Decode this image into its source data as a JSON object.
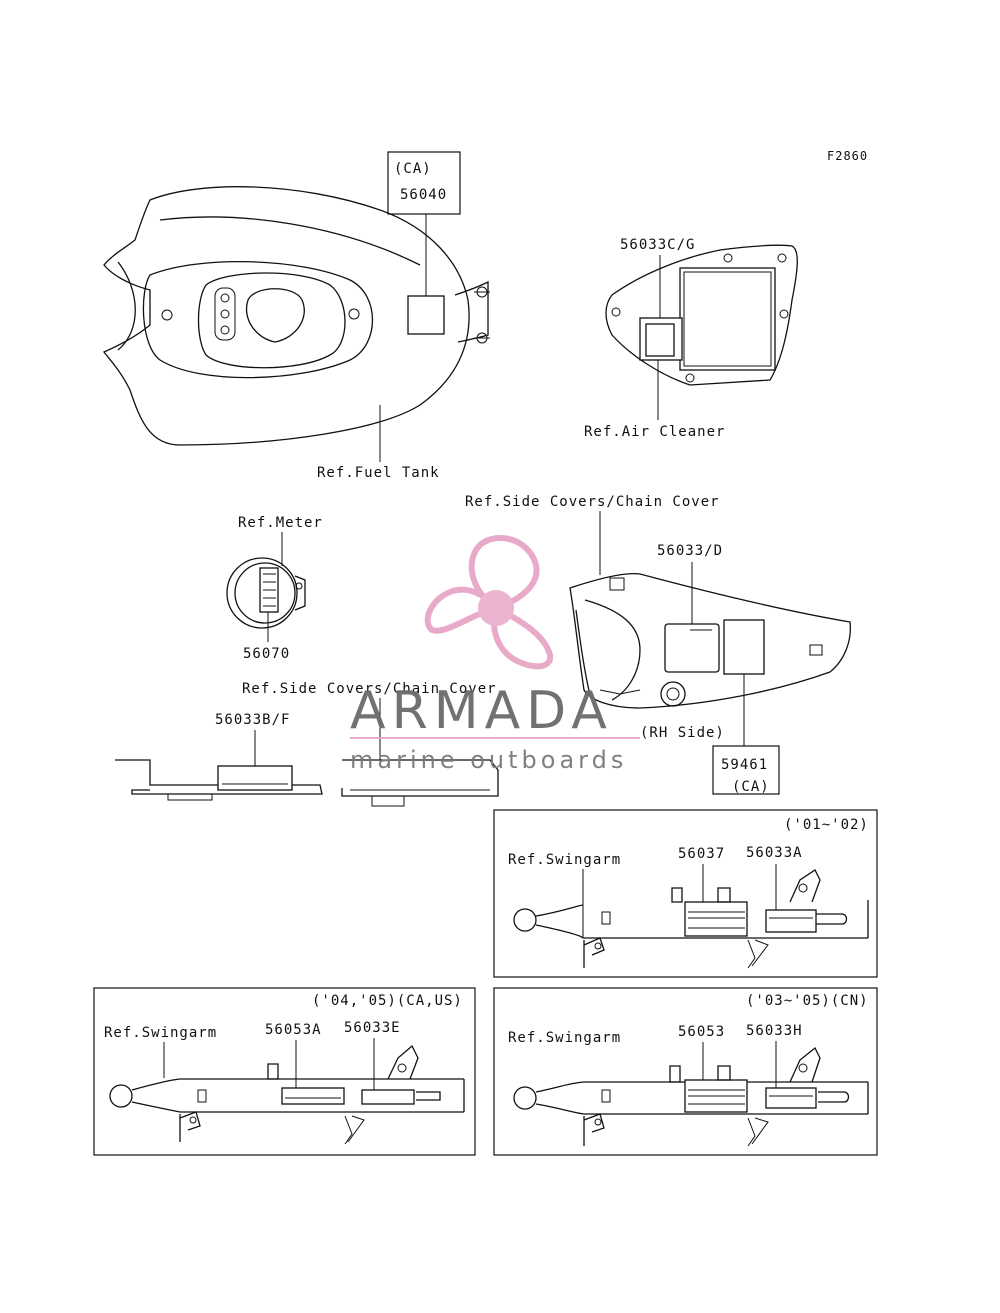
{
  "figure_code": "F2860",
  "fuel_tank": {
    "ref_label": "Ref.Fuel Tank",
    "callout_region": "(CA)",
    "callout_part": "56040"
  },
  "air_cleaner": {
    "ref_label": "Ref.Air Cleaner",
    "part": "56033C/G"
  },
  "meter": {
    "ref_label": "Ref.Meter",
    "part": "56070"
  },
  "side_cover_rh": {
    "ref_label": "Ref.Side Covers/Chain Cover",
    "part": "56033/D",
    "side_note": "(RH Side)",
    "callout_part": "59461",
    "callout_region": "(CA)"
  },
  "side_cover_lh": {
    "ref_label": "Ref.Side Covers/Chain Cover",
    "part": "56033B/F"
  },
  "swingarm_01_02": {
    "years": "('01~'02)",
    "ref_label": "Ref.Swingarm",
    "part_a": "56037",
    "part_b": "56033A"
  },
  "swingarm_04_05": {
    "years": "('04,'05)(CA,US)",
    "ref_label": "Ref.Swingarm",
    "part_a": "56053A",
    "part_b": "56033E"
  },
  "swingarm_03_05": {
    "years": "('03~'05)(CN)",
    "ref_label": "Ref.Swingarm",
    "part_a": "56053",
    "part_b": "56033H"
  },
  "watermark": {
    "brand": "ARMADA",
    "tagline": "marine outboards",
    "logo_color": "#e8a6c8",
    "logo_center_color": "#eab0cf"
  }
}
